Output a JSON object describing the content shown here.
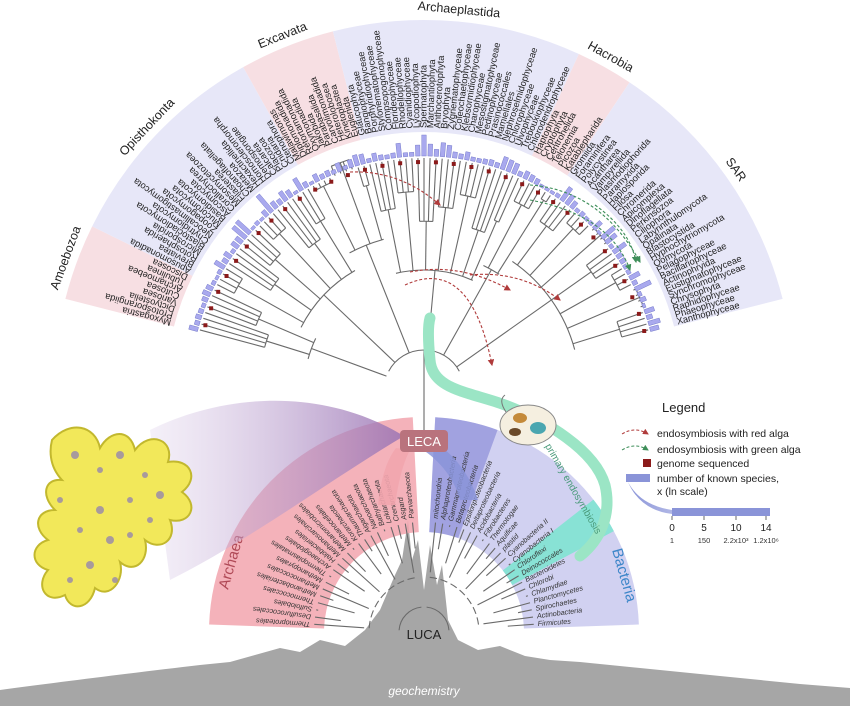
{
  "groups": [
    {
      "name": "Amoebozoa",
      "angle": -69,
      "color": "#f7dfe3"
    },
    {
      "name": "Opisthokonta",
      "angle": -49,
      "color": "#e7e7f8"
    },
    {
      "name": "Excavata",
      "angle": -23,
      "color": "#f7dfe3"
    },
    {
      "name": "Archaeplastida",
      "angle": 4,
      "color": "#e7e7f8"
    },
    {
      "name": "Hacrobia",
      "angle": 32,
      "color": "#f7dfe3"
    },
    {
      "name": "SAR",
      "angle": 60,
      "color": "#e7e7f8"
    }
  ],
  "eukaryotes": [
    {
      "name": "Myxogastria",
      "g": 0,
      "bar": 0.35
    },
    {
      "name": "Protosporangiida",
      "g": 0,
      "bar": 0.15
    },
    {
      "name": "Dictyostelia",
      "g": 0,
      "bar": 0.2
    },
    {
      "name": "Variosea",
      "g": 0,
      "bar": 0.15
    },
    {
      "name": "Cutosea",
      "g": 0,
      "bar": 0.1
    },
    {
      "name": "Archamoebea",
      "g": 0,
      "bar": 0.2
    },
    {
      "name": "Tubulinea",
      "g": 0,
      "bar": 0.3
    },
    {
      "name": "Discosea",
      "g": 0,
      "bar": 0.25
    },
    {
      "name": "Apusomonadida",
      "g": 1,
      "bar": 0.1
    },
    {
      "name": "Breviatea",
      "g": 1,
      "bar": 0.05
    },
    {
      "name": "Rotosphaerida",
      "g": 1,
      "bar": 0.1
    },
    {
      "name": "Microsporidia",
      "g": 1,
      "bar": 0.45
    },
    {
      "name": "Blastocladiomycota",
      "g": 1,
      "bar": 0.2
    },
    {
      "name": "Chytridiomycota",
      "g": 1,
      "bar": 0.3
    },
    {
      "name": "Neocallimastigomycota",
      "g": 1,
      "bar": 0.1
    },
    {
      "name": "Zoopagomycota",
      "g": 1,
      "bar": 0.3
    },
    {
      "name": "Mucoromycota",
      "g": 1,
      "bar": 0.3
    },
    {
      "name": "Basidiomycota",
      "g": 1,
      "bar": 0.75
    },
    {
      "name": "Ascomycota",
      "g": 1,
      "bar": 0.8
    },
    {
      "name": "Corallochytrea",
      "g": 1,
      "bar": 0.05
    },
    {
      "name": "Mesomycetozoea",
      "g": 1,
      "bar": 0.1
    },
    {
      "name": "Filasterea",
      "g": 1,
      "bar": 0.05
    },
    {
      "name": "Choanoflagellata",
      "g": 1,
      "bar": 0.25
    },
    {
      "name": "Metazoa",
      "g": 1,
      "bar": 1.0
    },
    {
      "name": "Hexactinellida",
      "g": 1,
      "bar": 0.3
    },
    {
      "name": "Homoscleromorpha",
      "g": 1,
      "bar": 0.2
    },
    {
      "name": "Demospongiae",
      "g": 1,
      "bar": 0.45
    },
    {
      "name": "Calcarea",
      "g": 1,
      "bar": 0.3
    },
    {
      "name": "Placozoa",
      "g": 1,
      "bar": 0.05
    },
    {
      "name": "Cnidaria",
      "g": 1,
      "bar": 0.6
    },
    {
      "name": "Ctenophora",
      "g": 1,
      "bar": 0.2
    },
    {
      "name": "Malawimonas",
      "g": 2,
      "bar": 0.05
    },
    {
      "name": "Diplomonadida",
      "g": 2,
      "bar": 0.3
    },
    {
      "name": "Retortamonadida",
      "g": 2,
      "bar": 0.15
    },
    {
      "name": "Oxymonadida",
      "g": 2,
      "bar": 0.2
    },
    {
      "name": "Jakobida",
      "g": 2,
      "bar": 0.1
    },
    {
      "name": "Parabasalida",
      "g": 2,
      "bar": 0.35
    },
    {
      "name": "Carvolimonadida",
      "g": 2,
      "bar": 0.1
    },
    {
      "name": "Heterolobosea",
      "g": 2,
      "bar": 0.3
    },
    {
      "name": "Kinetoplastea",
      "g": 2,
      "bar": 0.45
    },
    {
      "name": "Euglenida",
      "g": 2,
      "bar": 0.4
    },
    {
      "name": "Glaucophyta",
      "g": 3,
      "bar": 0.1
    },
    {
      "name": "Bangiophyceae",
      "g": 3,
      "bar": 0.3
    },
    {
      "name": "Porphyridiophyceae",
      "g": 3,
      "bar": 0.15
    },
    {
      "name": "Stylonematophyceae",
      "g": 3,
      "bar": 0.1
    },
    {
      "name": "Compsopogonophyceae",
      "g": 3,
      "bar": 0.15
    },
    {
      "name": "Florideophyceae",
      "g": 3,
      "bar": 0.6
    },
    {
      "name": "Rhodellophyceae",
      "g": 3,
      "bar": 0.1
    },
    {
      "name": "Cyanidiophyceae",
      "g": 3,
      "bar": 0.1
    },
    {
      "name": "Lycopodiophyta",
      "g": 3,
      "bar": 0.45
    },
    {
      "name": "Spermatophyta",
      "g": 3,
      "bar": 0.95
    },
    {
      "name": "Marchantiophyta",
      "g": 3,
      "bar": 0.5
    },
    {
      "name": "Anthocerotophyta",
      "g": 3,
      "bar": 0.25
    },
    {
      "name": "Bryophyta",
      "g": 3,
      "bar": 0.6
    },
    {
      "name": "Zygnematophyceae",
      "g": 3,
      "bar": 0.5
    },
    {
      "name": "Coleochaetophyceae",
      "g": 3,
      "bar": 0.2
    },
    {
      "name": "Klebsormidiophyceae",
      "g": 3,
      "bar": 0.15
    },
    {
      "name": "Charophyceae",
      "g": 3,
      "bar": 0.3
    },
    {
      "name": "Mesostigmatophyceae",
      "g": 3,
      "bar": 0.1
    },
    {
      "name": "Pedinophyceae",
      "g": 3,
      "bar": 0.1
    },
    {
      "name": "Prasinococcales",
      "g": 3,
      "bar": 0.15
    },
    {
      "name": "Mamiellales",
      "g": 3,
      "bar": 0.2
    },
    {
      "name": "Nephroselmidophyceae",
      "g": 3,
      "bar": 0.15
    },
    {
      "name": "Chlorophyceae",
      "g": 3,
      "bar": 0.55
    },
    {
      "name": "Ulvophyceae",
      "g": 3,
      "bar": 0.5
    },
    {
      "name": "Trebouxiophyceae",
      "g": 3,
      "bar": 0.45
    },
    {
      "name": "Chlorodendrophyceae",
      "g": 3,
      "bar": 0.15
    },
    {
      "name": "Haptophyta",
      "g": 4,
      "bar": 0.3
    },
    {
      "name": "Cryptophyta",
      "g": 4,
      "bar": 0.25
    },
    {
      "name": "Centrohelida",
      "g": 4,
      "bar": 0.2
    },
    {
      "name": "Telonemia",
      "g": 4,
      "bar": 0.05
    },
    {
      "name": "Picozoa",
      "g": 4,
      "bar": 0.05
    },
    {
      "name": "Katablepharida",
      "g": 4,
      "bar": 0.05
    },
    {
      "name": "Gromiida",
      "g": 5,
      "bar": 0.1
    },
    {
      "name": "Foraminifera",
      "g": 5,
      "bar": 0.7
    },
    {
      "name": "Polycystinea",
      "g": 5,
      "bar": 0.45
    },
    {
      "name": "Acantharea",
      "g": 5,
      "bar": 0.3
    },
    {
      "name": "Vampyrellida",
      "g": 5,
      "bar": 0.1
    },
    {
      "name": "Plasmodiophorida",
      "g": 5,
      "bar": 0.15
    },
    {
      "name": "Paramyxida",
      "g": 5,
      "bar": 0.1
    },
    {
      "name": "Haplosporida",
      "g": 5,
      "bar": 0.1
    },
    {
      "name": "Filosa",
      "g": 5,
      "bar": 0.4
    },
    {
      "name": "Chromerida",
      "g": 5,
      "bar": 0.05
    },
    {
      "name": "Apicomplexa",
      "g": 5,
      "bar": 0.7
    },
    {
      "name": "Dinoflagellata",
      "g": 5,
      "bar": 0.55
    },
    {
      "name": "Perkinsozoa",
      "g": 5,
      "bar": 0.1
    },
    {
      "name": "Ciliophora",
      "g": 5,
      "bar": 0.65
    },
    {
      "name": "Labyrinthulomycota",
      "g": 5,
      "bar": 0.2
    },
    {
      "name": "Opalinata",
      "g": 5,
      "bar": 0.2
    },
    {
      "name": "Blastocystida",
      "g": 5,
      "bar": 0.1
    },
    {
      "name": "Hyphochytriomycota",
      "g": 5,
      "bar": 0.1
    },
    {
      "name": "Oomycota",
      "g": 5,
      "bar": 0.45
    },
    {
      "name": "Pelagophyceae",
      "g": 5,
      "bar": 0.15
    },
    {
      "name": "Bacillariophyceae",
      "g": 5,
      "bar": 0.75
    },
    {
      "name": "Actinophryida",
      "g": 5,
      "bar": 0.1
    },
    {
      "name": "Eustigmatophyceae",
      "g": 5,
      "bar": 0.2
    },
    {
      "name": "Synchromophyceae",
      "g": 5,
      "bar": 0.05
    },
    {
      "name": "Chrysophyta",
      "g": 5,
      "bar": 0.4
    },
    {
      "name": "Raphidophyceae",
      "g": 5,
      "bar": 0.2
    },
    {
      "name": "Phaeophyceae",
      "g": 5,
      "bar": 0.5
    },
    {
      "name": "Xanthophyceae",
      "g": 5,
      "bar": 0.35
    }
  ],
  "archaea": [
    "Thermoproteales",
    "Desulfurococcales",
    "Sulfolobales",
    "Thermococcales",
    "Methanobacteriales",
    "Methanococcales",
    "Methanopyrales",
    "Thermoplasmatales",
    "Archaeoglobales",
    "Halobacteriales",
    "Methanosarcinales",
    "Methanomicrobiales",
    "Methanocellales",
    "Korarchaeota",
    "Thaumarchaeota",
    "Aigarchaeota",
    "Nanoarchaeota",
    "Bathyarchaeota",
    "Lokiarchaeota",
    "Crenarchaeota",
    "Asgard",
    "Parvarchaeota"
  ],
  "bacteria": [
    "Firmicutes",
    "Actinobacteria",
    "Spirochaetes",
    "Planctomycetes",
    "Chlamydiae",
    "Chlorobi",
    "Bacteroidetes",
    "Deinococcales",
    "Chloroflexi",
    "Cyanobacteria I",
    "Cyanobacteria II",
    "plastid",
    "Aquificae",
    "Thermotogae",
    "Fibrobacteres",
    "Acidobacteria",
    "Deltaproteobacteria",
    "Epsilonproteobacteria",
    "Betaproteobacteria",
    "Gammaproteobacteria",
    "Alphaproteobacteria",
    "mitochondria"
  ],
  "labels": {
    "leca": "LECA",
    "luca": "LUCA",
    "archaea": "Archaea",
    "bacteria": "Bacteria",
    "geochemistry": "geochemistry",
    "primary_endosymbiosis": "primary endosymbiosis"
  },
  "legend": {
    "title": "Legend",
    "red": "endosymbiosis with red alga",
    "green": "endosymbiosis with green alga",
    "genome": "genome sequenced",
    "species_line1": "number of known species,",
    "species_line2": "x (ln scale)",
    "ticks": [
      "0",
      "5",
      "10",
      "14"
    ],
    "subticks": [
      "1",
      "150",
      "2.2x10³",
      "1.2x10⁶"
    ]
  },
  "colors": {
    "pink": "#f7dfe3",
    "lavender": "#e7e7f8",
    "archaea": "#f2a5ae",
    "bacteria_light": "#c9c9ef",
    "bacteria_dark": "#8d8fd9",
    "plastid": "#7fe3d2",
    "leca": "#b9737d",
    "green_band": "#9be5c5",
    "purple": "#9a73b3",
    "genome": "#8b1a1a",
    "bar": "#a9a9ee",
    "red_arrow": "#b03b3b",
    "green_arrow": "#3f8f5a"
  }
}
